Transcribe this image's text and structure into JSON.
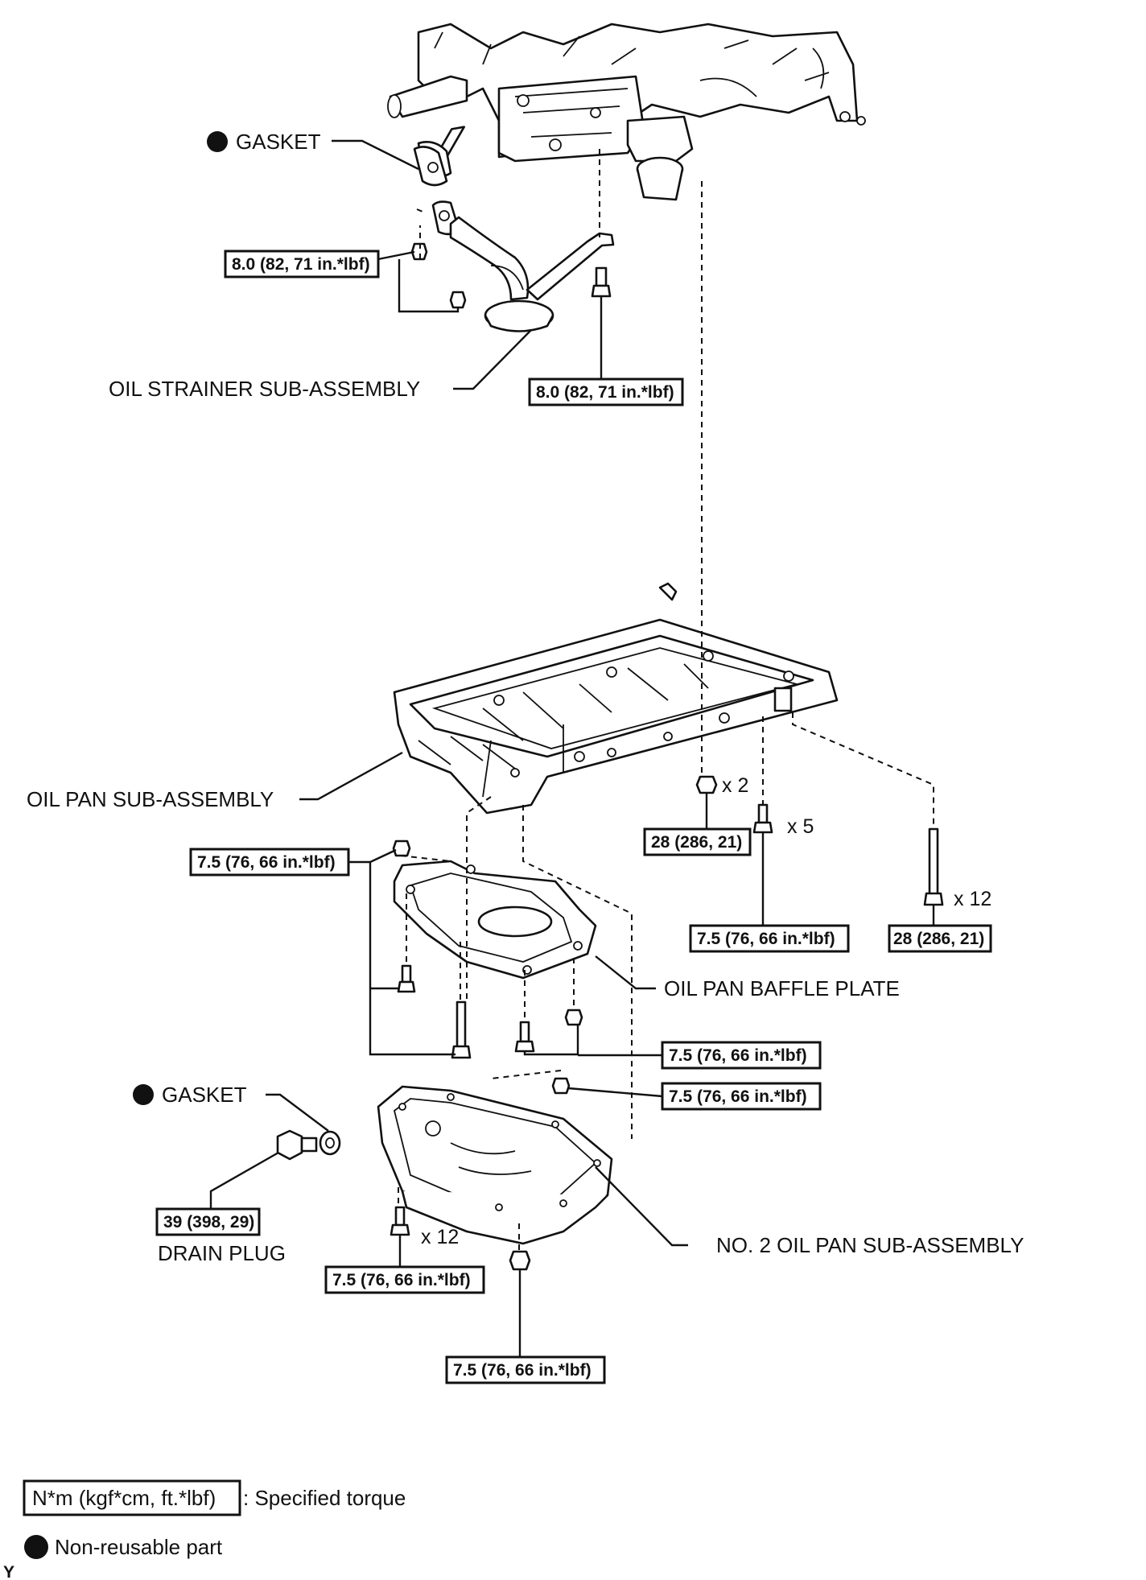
{
  "colors": {
    "ink": "#111111",
    "paper": "#ffffff"
  },
  "labels": {
    "gasket_top": "GASKET",
    "oil_strainer": "OIL STRAINER SUB-ASSEMBLY",
    "oil_pan": "OIL PAN SUB-ASSEMBLY",
    "baffle_plate": "OIL PAN BAFFLE PLATE",
    "gasket_bottom": "GASKET",
    "drain_plug": "DRAIN PLUG",
    "no2_oil_pan": "NO. 2 OIL PAN SUB-ASSEMBLY"
  },
  "torques": {
    "strainer_nuts": "8.0 (82, 71 in.*lbf)",
    "strainer_bolt": "8.0 (82, 71 in.*lbf)",
    "pan_nuts": "28 (286, 21)",
    "pan_bolts_x5": "7.5 (76, 66 in.*lbf)",
    "pan_studs_x12": "28 (286, 21)",
    "baffle_left": "7.5 (76, 66 in.*lbf)",
    "baffle_right": "7.5 (76, 66 in.*lbf)",
    "no2_nut_right": "7.5 (76, 66 in.*lbf)",
    "drain_plug": "39 (398, 29)",
    "no2_bolts_x12": "7.5 (76, 66 in.*lbf)",
    "no2_nut_bottom": "7.5 (76, 66 in.*lbf)"
  },
  "counts": {
    "pan_nuts": "x 2",
    "pan_bolts": "x 5",
    "pan_studs": "x 12",
    "no2_bolts": "x 12"
  },
  "legend": {
    "torque_unit": "N*m (kgf*cm, ft.*lbf)",
    "torque_desc": ": Specified torque",
    "nonreusable": "Non-reusable part"
  },
  "corner_mark": "Y",
  "icons": {
    "nonreusable": "filled-circle-icon"
  }
}
